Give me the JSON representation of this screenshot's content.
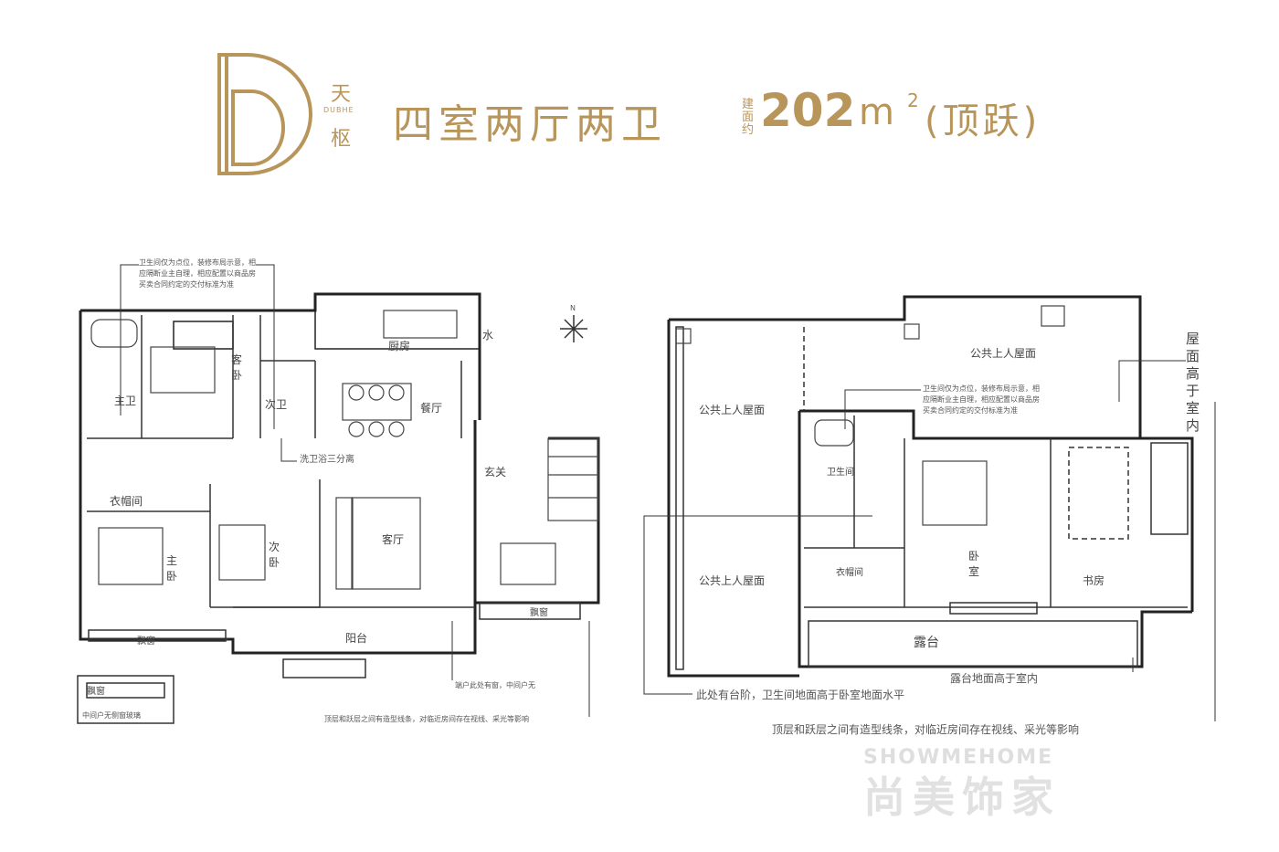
{
  "brand": {
    "letter": "D",
    "name_top": "天",
    "name_bottom": "枢",
    "name_en": "DUBHE"
  },
  "header": {
    "title": "四室两厅两卫",
    "area_prefix": "建面约",
    "area_value": "202",
    "area_unit": "m",
    "area_sup": "2",
    "subtitle": "(顶跃)"
  },
  "left_plan": {
    "note_bathroom": "卫生间仅为点位，装修布局示意，相应隔断业主自理，相应配置以商品房买卖合同约定的交付标准为准",
    "rooms": {
      "master_bath": "主卫",
      "guest_bedroom": "客卧",
      "second_bath": "次卫",
      "kitchen": "厨房",
      "water": "水",
      "dining": "餐厅",
      "foyer": "玄关",
      "cloakroom": "衣帽间",
      "master_bedroom": "主卧",
      "second_bedroom": "次卧",
      "living": "客厅",
      "balcony": "阳台",
      "bay_window_1": "飘窗",
      "bay_window_2": "飘窗",
      "bay_window_3": "飘窗"
    },
    "compass": "N",
    "note_separation": "洗卫浴三分离",
    "note_end_unit": "端户此处有窗，中间户无",
    "inset_label": "中间户无侧窗玻璃",
    "note_bottom": "顶层和跃层之间有造型线条，对临近房间存在视线、采光等影响"
  },
  "right_plan": {
    "roof_1": "公共上人屋面",
    "roof_2": "公共上人屋面",
    "roof_3": "公共上人屋面",
    "roof_higher": "屋面高于室内",
    "note_bathroom": "卫生间仅为点位，装修布局示意，相应隔断业主自理，相应配置以商品房买卖合同约定的交付标准为准",
    "rooms": {
      "bathroom": "卫生间",
      "cloakroom": "衣帽间",
      "bedroom": "卧室",
      "study": "书房",
      "terrace": "露台"
    },
    "note_step": "此处有台阶，卫生间地面高于卧室地面水平",
    "note_terrace": "露台地面高于室内",
    "note_bottom": "顶层和跃层之间有造型线条，对临近房间存在视线、采光等影响"
  },
  "watermark": {
    "en": "SHOWMEHOME",
    "cn": "尚美饰家"
  },
  "colors": {
    "gold": "#b8955a",
    "wall": "#1a1a1a"
  }
}
